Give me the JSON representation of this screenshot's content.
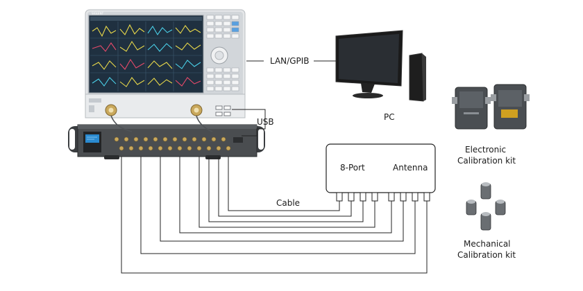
{
  "vna": {
    "brand": "SIGLENT"
  },
  "labels": {
    "lan_gpib": "LAN/GPIB",
    "usb": "USB",
    "pc": "PC",
    "cable": "Cable",
    "dut_port": "8-Port",
    "dut_antenna": "Antenna",
    "ecal_line1": "Electronic",
    "ecal_line2": "Calibration kit",
    "mcal_line1": "Mechanical",
    "mcal_line2": "Calibration kit"
  }
}
